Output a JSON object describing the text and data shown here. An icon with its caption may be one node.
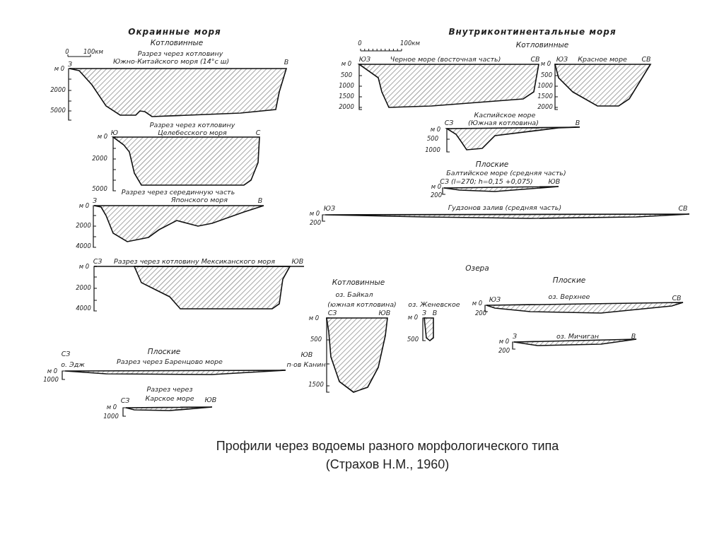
{
  "diagram": {
    "caption": "Профили через водоемы разного морфологического типа (Страхов Н.М., 1960)",
    "labels": [
      "Окраинные моря",
      "Котловинные",
      "0",
      "100км",
      "Разрез через котловину",
      "З",
      "Южно-Китайского моря (14°с ш)",
      "м 0",
      "В",
      "2000",
      "5000",
      "Разрез через котловину",
      "Целебесского моря",
      "м 0",
      "Ю",
      "С",
      "2000",
      "5000",
      "Разрез через серединную часть",
      "Японского моря",
      "м 0",
      "З",
      "В",
      "2000",
      "4000",
      "м 0",
      "СЗ",
      "Разрез через котловину Мексиканского моря",
      "ЮВ",
      "2000",
      "4000",
      "Плоские",
      "СЗ",
      "о. Эдж",
      "Разрез через Баренцово море",
      "ЮВ",
      "п-ов Канин",
      "м 0",
      "1000",
      "Разрез через",
      "Карское море",
      "м 0",
      "СЗ",
      "ЮВ",
      "1000",
      "Внутриконтинентальные моря",
      "0",
      "100км",
      "Котловинные",
      "м 0",
      "ЮЗ",
      "Черное море (восточная часть)",
      "СВ",
      "500",
      "1000",
      "1500",
      "2000",
      "м 0",
      "ЮЗ",
      "Красное море",
      "СВ",
      "500",
      "1000",
      "1500",
      "2000",
      "Каспийское море",
      "(Южная котловина)",
      "м 0",
      "СЗ",
      "В",
      "500",
      "1000",
      "Плоские",
      "Балтийское море (средняя часть)",
      "м 0",
      "СЗ (l=270; h=0,15 +0,075)",
      "ЮВ",
      "200",
      "м 0",
      "ЮЗ",
      "Гудзонов залив (средняя часть)",
      "СВ",
      "200",
      "Озера",
      "Котловинные",
      "Плоские",
      "оз. Байкал",
      "(южная котловина)",
      "м 0",
      "СЗ",
      "ЮВ",
      "500",
      "1500",
      "оз. Женевское",
      "м 0",
      "З",
      "В",
      "500",
      "м 0",
      "ЮЗ",
      "оз. Верхнее",
      "СВ",
      "200",
      "м 0",
      "З",
      "оз. Мичиган",
      "В",
      "200"
    ]
  }
}
